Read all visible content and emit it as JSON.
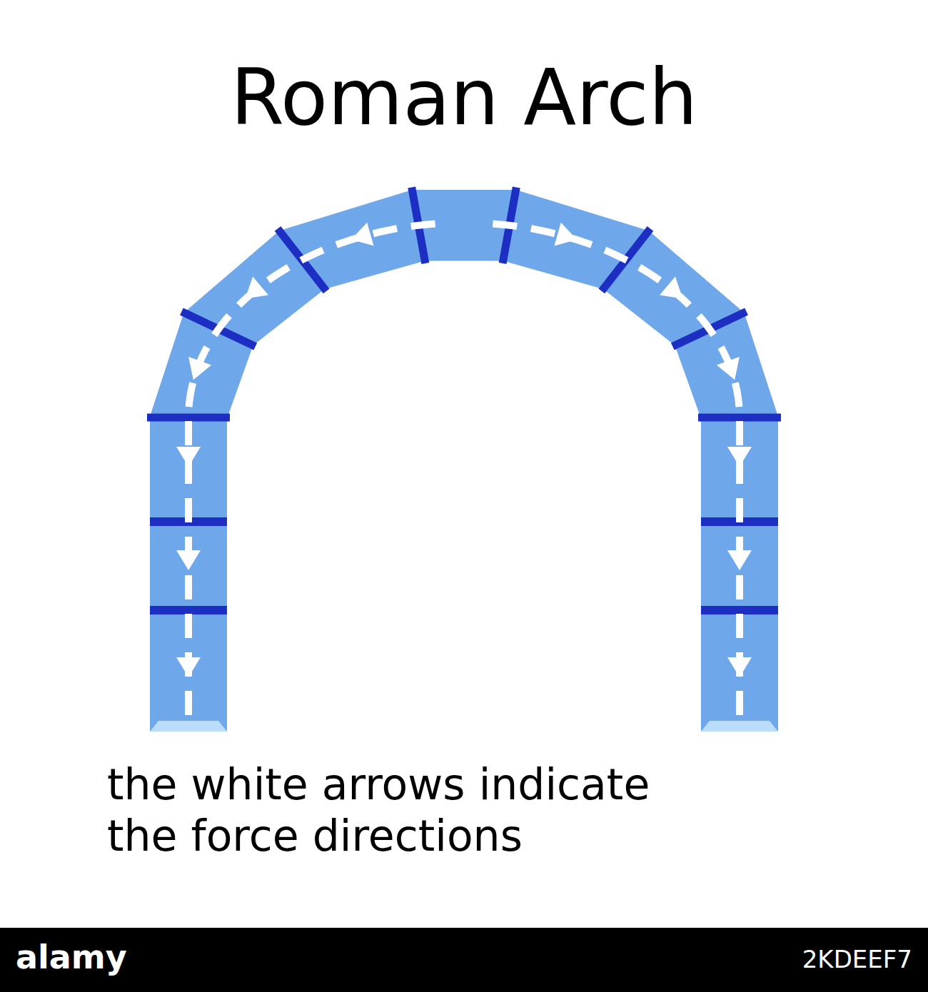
{
  "diagram": {
    "title": "Roman Arch",
    "caption": "the white arrows indicate the force directions",
    "labels": [
      "alamy",
      "2KDEEF7"
    ]
  }
}
